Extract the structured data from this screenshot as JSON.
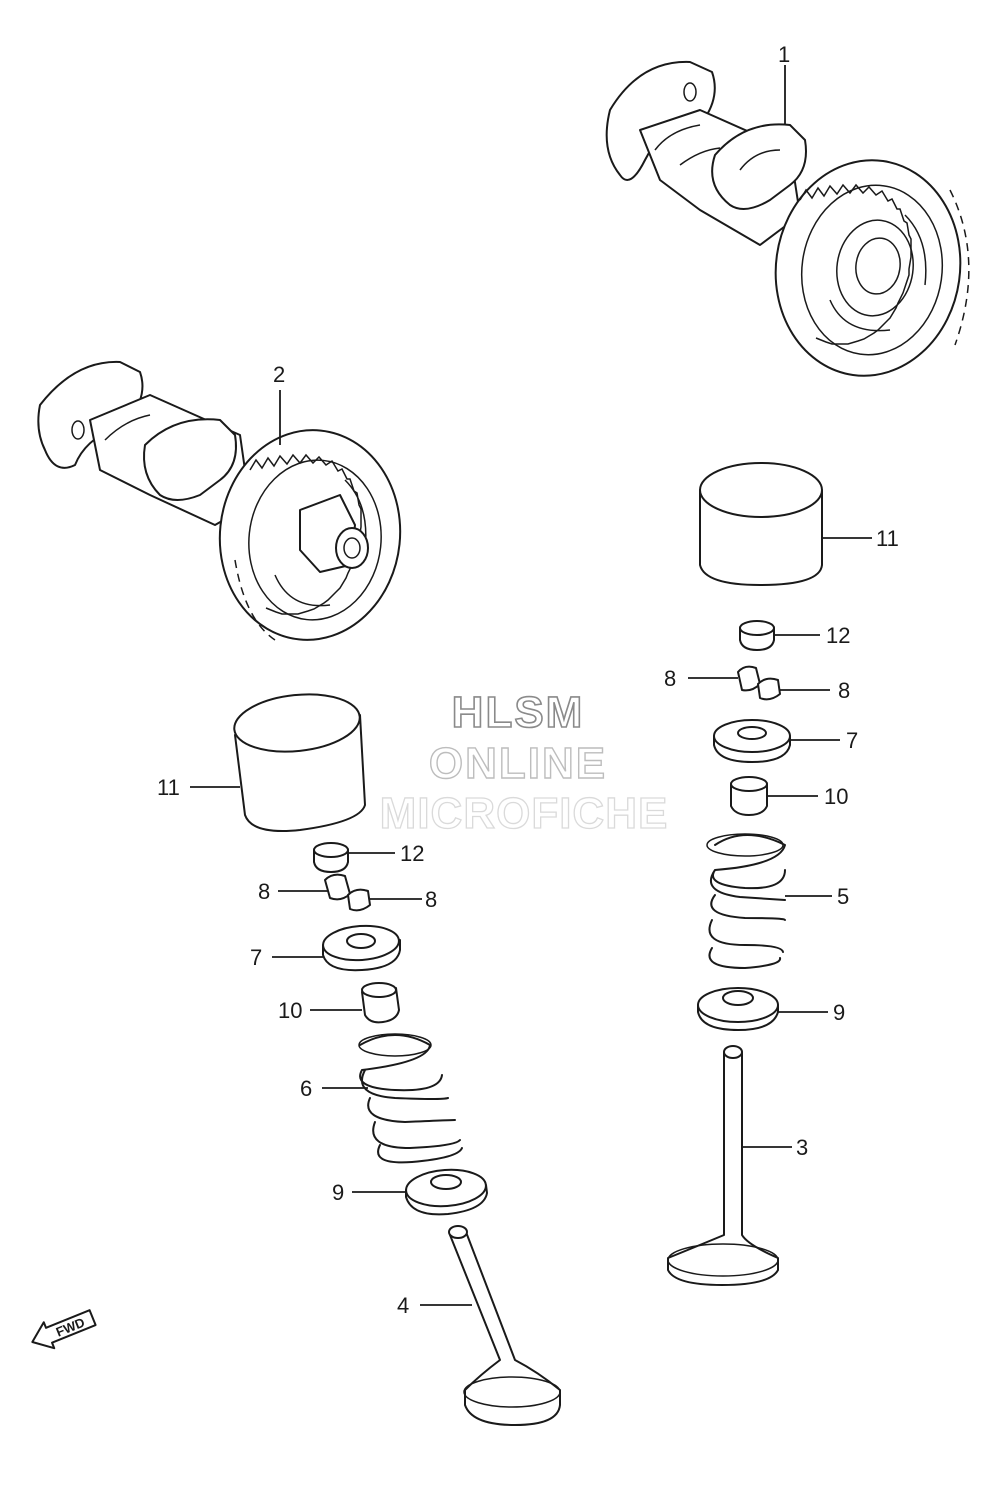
{
  "watermark": {
    "line1": "HLSM",
    "line2": "ONLINE",
    "line3": "MICROFICHE"
  },
  "direction_indicator": {
    "label": "FWD"
  },
  "callouts": [
    {
      "id": "c-1",
      "text": "1"
    },
    {
      "id": "c-2",
      "text": "2"
    },
    {
      "id": "c-11-right",
      "text": "11"
    },
    {
      "id": "c-12-right",
      "text": "12"
    },
    {
      "id": "c-8-right-a",
      "text": "8"
    },
    {
      "id": "c-8-right-b",
      "text": "8"
    },
    {
      "id": "c-7-right",
      "text": "7"
    },
    {
      "id": "c-10-right",
      "text": "10"
    },
    {
      "id": "c-5",
      "text": "5"
    },
    {
      "id": "c-9-right",
      "text": "9"
    },
    {
      "id": "c-3",
      "text": "3"
    },
    {
      "id": "c-11-left",
      "text": "11"
    },
    {
      "id": "c-12-left",
      "text": "12"
    },
    {
      "id": "c-8-left-a",
      "text": "8"
    },
    {
      "id": "c-8-left-b",
      "text": "8"
    },
    {
      "id": "c-7-left",
      "text": "7"
    },
    {
      "id": "c-10-left",
      "text": "10"
    },
    {
      "id": "c-6",
      "text": "6"
    },
    {
      "id": "c-9-left",
      "text": "9"
    },
    {
      "id": "c-4",
      "text": "4"
    }
  ]
}
